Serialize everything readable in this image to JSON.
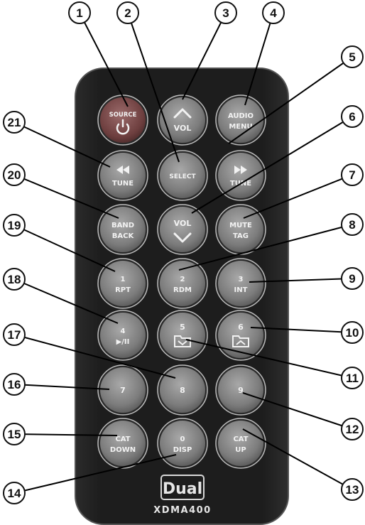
{
  "remote": {
    "brand": "Dual",
    "model": "XDMA400"
  },
  "callouts": [
    "1",
    "2",
    "3",
    "4",
    "5",
    "6",
    "7",
    "8",
    "9",
    "10",
    "11",
    "12",
    "13",
    "14",
    "15",
    "16",
    "17",
    "18",
    "19",
    "20",
    "21"
  ],
  "buttons": {
    "source": {
      "line1": "SOURCE",
      "icon": "power-icon"
    },
    "vol_up": {
      "line1": "VOL",
      "icon": "chevron-up-icon"
    },
    "audio_menu": {
      "line1": "AUDIO",
      "line2": "MENU"
    },
    "tune_back": {
      "line1": "TUNE",
      "icon": "rewind-icon"
    },
    "select": {
      "line1": "SELECT"
    },
    "tune_forward": {
      "line1": "TUNE",
      "icon": "fast-forward-icon"
    },
    "band_back": {
      "line1": "BAND",
      "line2": "BACK"
    },
    "vol_down": {
      "line1": "VOL",
      "icon": "chevron-down-icon"
    },
    "mute_tag": {
      "line1": "MUTE",
      "line2": "TAG"
    },
    "key_1": {
      "line1": "1",
      "line2": "RPT"
    },
    "key_2": {
      "line1": "2",
      "line2": "RDM"
    },
    "key_3": {
      "line1": "3",
      "line2": "INT"
    },
    "key_4": {
      "line1": "4",
      "line2": "▶/II"
    },
    "key_5": {
      "line1": "5",
      "icon": "folder-down-icon"
    },
    "key_6": {
      "line1": "6",
      "icon": "folder-up-icon"
    },
    "key_7": {
      "line1": "7"
    },
    "key_8": {
      "line1": "8"
    },
    "key_9": {
      "line1": "9"
    },
    "cat_down": {
      "line1": "CAT",
      "line2": "DOWN"
    },
    "key_0": {
      "line1": "0",
      "line2": "DISP"
    },
    "cat_up": {
      "line1": "CAT",
      "line2": "UP"
    }
  },
  "colors": {
    "body": "#1f1f1f",
    "body_edge": "#4a4a4a",
    "button": "#8a8a8a",
    "button_ring": "#c8c8c8",
    "source_button": "#7a4a4a",
    "callout_line": "#000000"
  }
}
